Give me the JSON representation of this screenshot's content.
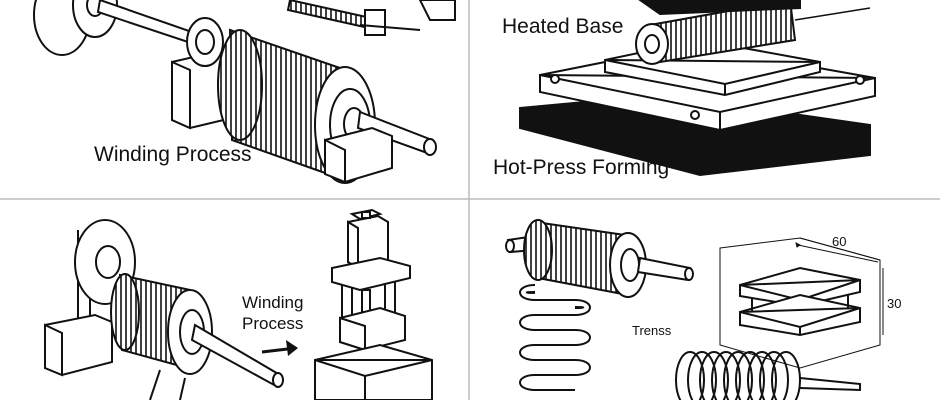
{
  "panels": {
    "top_left": {
      "label": "Winding Process"
    },
    "top_right": {
      "label_base": "Heated Base",
      "label_form": "Hot-Press Forming"
    },
    "bottom_left": {
      "label_line1": "Winding",
      "label_line2": "Process"
    },
    "bottom_right": {
      "label_trens": "Trenss",
      "dim_width": "60",
      "dim_height": "30"
    }
  }
}
